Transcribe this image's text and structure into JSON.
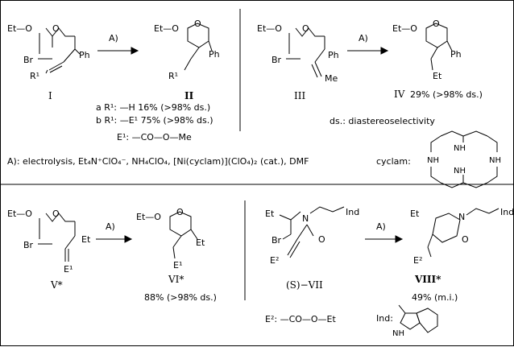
{
  "labels": {
    "I": "I",
    "II": "II",
    "III": "III",
    "IV": "IV",
    "IV_yield": "29% (>98% ds.)",
    "V": "V*",
    "VI": "VI*",
    "VI_yield": "88% (>98% ds.)",
    "VII": "(S)−VII",
    "VIII": "VIII*",
    "VIII_yield": "49% (m.i.)"
  },
  "arrows": {
    "A": "A)"
  },
  "notes": {
    "line_a": "a R¹: —H    16% (>98% ds.)",
    "line_b": "b R¹: —E¹   75% (>98% ds.)",
    "E1": "E¹: —CO—O—Me",
    "ds": "ds.: diastereoselectivity",
    "conditions": "A): electrolysis, Et₄N⁺ClO₄⁻, NH₄ClO₄, [Ni(cyclam)](ClO₄)₂ (cat.), DMF",
    "cyclam": "cyclam:",
    "E2": "E²: —CO—O—Et",
    "ind": "Ind:"
  },
  "atoms": {
    "EtO": "Et—O",
    "Br": "Br",
    "Ph": "Ph",
    "R1": "R¹",
    "O": "O",
    "Et": "Et",
    "Me": "Me",
    "E1": "E¹",
    "E2": "E²",
    "N": "N",
    "Ind": "Ind",
    "NH": "NH",
    "H": "H"
  }
}
